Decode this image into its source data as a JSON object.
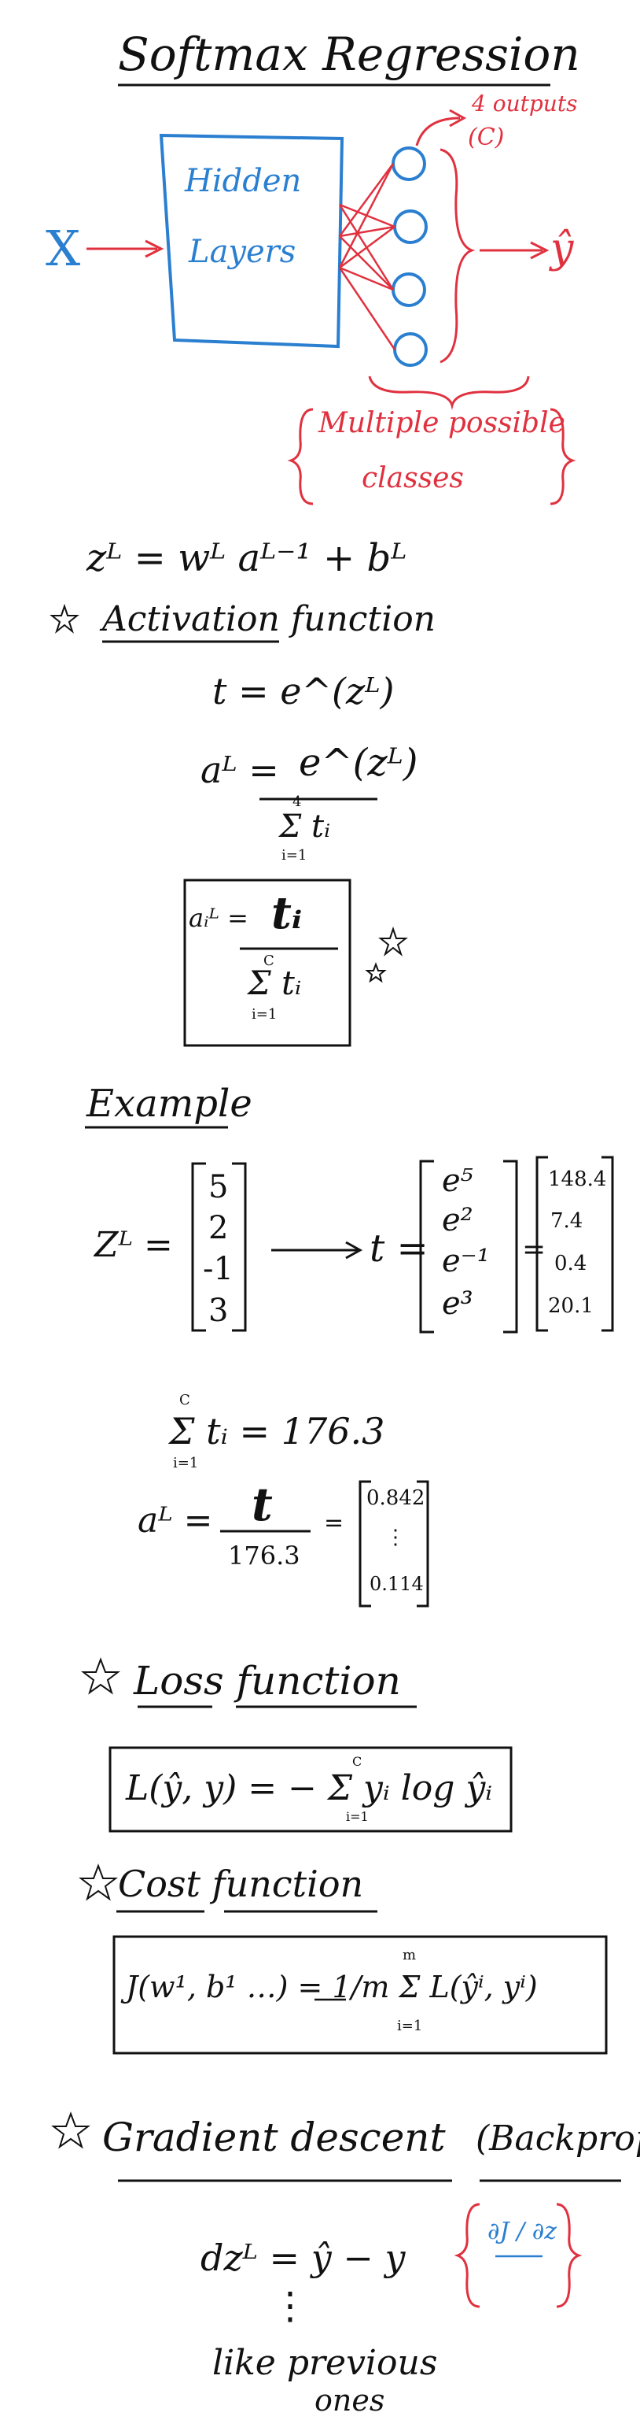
{
  "title": "Softmax Regression",
  "network": {
    "input": "X",
    "hidden_box": [
      "Hidden",
      "Layers"
    ],
    "outputs_note": [
      "4 outputs",
      "(C)"
    ],
    "output": "ŷ",
    "classes_note": [
      "Multiple possible",
      "classes"
    ]
  },
  "eq_z": "zᴸ = wᴸ aᴸ⁻¹ + bᴸ",
  "activation": {
    "heading": "Activation function",
    "t_eq": "t = e^(zᴸ)",
    "a_lhs": "aᴸ =",
    "a_num": "e^(zᴸ)",
    "a_den": "Σ tᵢ",
    "a_den_top": "4",
    "a_den_bot": "i=1",
    "box_lhs": "aᵢᴸ =",
    "box_num": "tᵢ",
    "box_den": "Σ tᵢ",
    "box_den_top": "C",
    "box_den_bot": "i=1"
  },
  "example": {
    "heading": "Example",
    "z_label": "Zᴸ =",
    "z_vec": [
      "5",
      "2",
      "-1",
      "3"
    ],
    "t_label": "t =",
    "t_vec": [
      "e⁵",
      "e²",
      "e⁻¹",
      "e³"
    ],
    "result_vec": [
      "148.4",
      "7.4",
      "0.4",
      "20.1"
    ],
    "sum_eq": "Σ tᵢ = 176.3",
    "sum_top": "C",
    "sum_bot": "i=1",
    "a_lhs": "aᴸ =",
    "a_num": "t",
    "a_den": "176.3",
    "a_vec": [
      "0.842",
      "⋮",
      "0.114"
    ]
  },
  "loss": {
    "heading": "Loss function",
    "formula": "L(ŷ, y) = − Σ yᵢ log ŷᵢ",
    "sum_top": "C",
    "sum_bot": "i=1"
  },
  "cost": {
    "heading": "Cost function",
    "formula": "J(w¹, b¹ …) = 1/m Σ L(ŷⁱ, yⁱ)",
    "sum_top": "m",
    "sum_bot": "i=1"
  },
  "gradient": {
    "heading": "Gradient descent",
    "paren": "(Backprop)",
    "eq": "dzᴸ = ŷ − y",
    "deriv": "∂J / ∂z",
    "dots": "⋮",
    "note": [
      "like previous",
      "ones"
    ]
  },
  "colors": {
    "ink": "#111111",
    "blue": "#2a7fd0",
    "red": "#e0313f"
  }
}
